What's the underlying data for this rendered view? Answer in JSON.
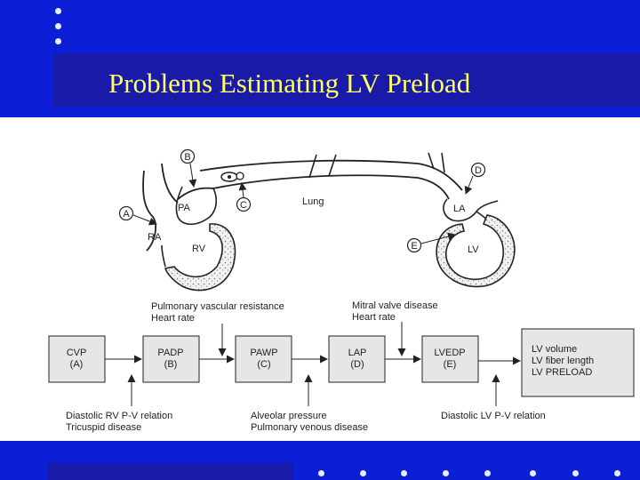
{
  "title": "Problems Estimating LV Preload",
  "colors": {
    "background": "#0d1fd6",
    "title_bar": "#1a1aa8",
    "title_text": "#ffff66",
    "figure_bg": "#ffffff",
    "box_fill": "#e6e6e6"
  },
  "anatomy": {
    "markers": [
      "A",
      "B",
      "C",
      "D",
      "E"
    ],
    "labels": {
      "pa": "PA",
      "ra": "RA",
      "rv": "RV",
      "la": "LA",
      "lv": "LV",
      "lung": "Lung"
    }
  },
  "flow": {
    "boxes": [
      {
        "name": "CVP",
        "tag": "(A)"
      },
      {
        "name": "PADP",
        "tag": "(B)"
      },
      {
        "name": "PAWP",
        "tag": "(C)"
      },
      {
        "name": "LAP",
        "tag": "(D)"
      },
      {
        "name": "LVEDP",
        "tag": "(E)"
      }
    ],
    "result": [
      "LV volume",
      "LV fiber length",
      "LV PRELOAD"
    ],
    "factors_top_1": [
      "Pulmonary vascular resistance",
      "Heart rate"
    ],
    "factors_top_2": [
      "Mitral valve disease",
      "Heart rate"
    ],
    "factors_bottom_1": [
      "Diastolic RV P-V relation",
      "Tricuspid disease"
    ],
    "factors_bottom_2": [
      "Alveolar pressure",
      "Pulmonary venous disease"
    ],
    "factors_bottom_3": [
      "Diastolic LV P-V relation"
    ]
  }
}
